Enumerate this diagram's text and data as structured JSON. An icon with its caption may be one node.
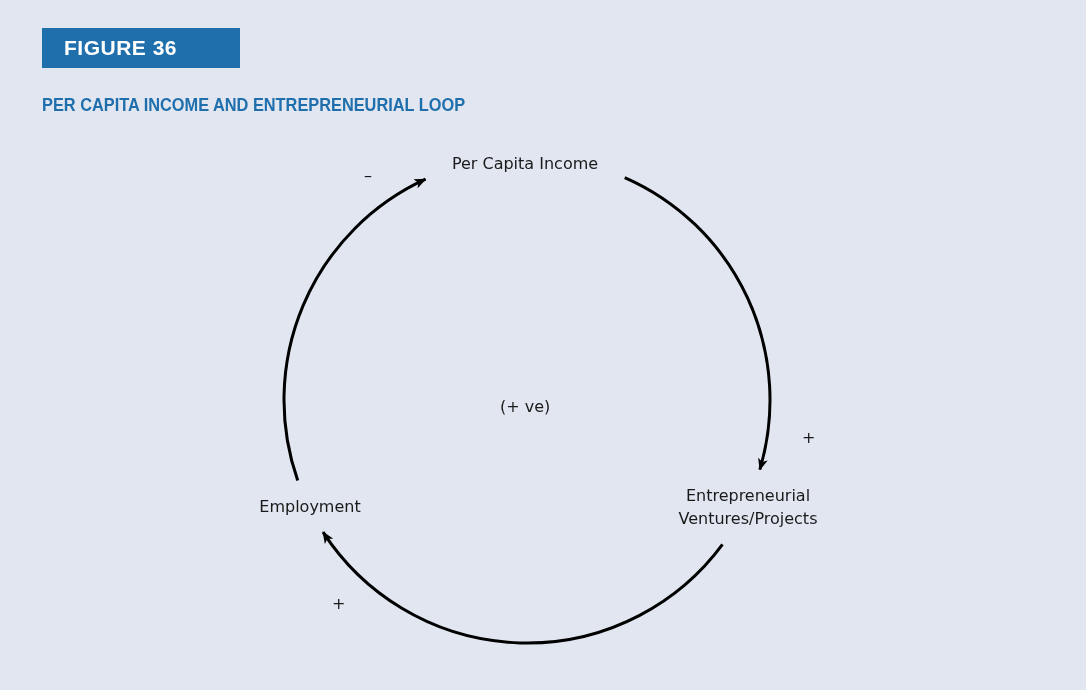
{
  "diagram": {
    "title": "PER CAPITA INCOME AND ENTREPRENEURIAL LOOP",
    "nodes": [
      {
        "text": [
          "Per Capita Income"
        ]
      },
      {
        "text": [
          "Entrepreneurial Ventures/Projects"
        ]
      },
      {
        "text": [
          "Employment"
        ]
      }
    ],
    "edges": [
      {
        "from": 0,
        "to": 1,
        "arrow": "to"
      },
      {
        "from": 1,
        "to": 2,
        "arrow": "to"
      },
      {
        "from": 2,
        "to": 0,
        "arrow": "to"
      }
    ],
    "labels": [
      "FIGURE 36",
      "–",
      "(+ ve)",
      "+",
      "+"
    ]
  }
}
